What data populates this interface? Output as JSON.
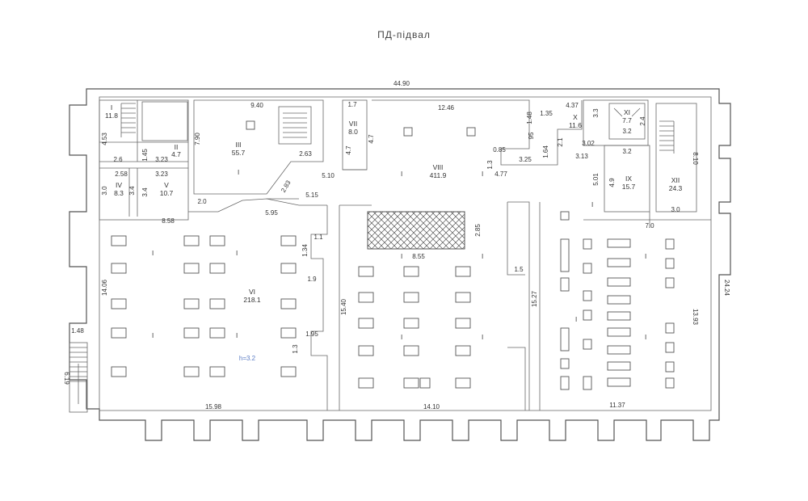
{
  "title": "ПД-підвал",
  "overall": {
    "width": "44.90",
    "depth": "24.24",
    "left_stair": "6.19",
    "left_stair_w": "1.48"
  },
  "height_note": "h=3.2",
  "rooms": [
    {
      "id": "r-i",
      "num": "I",
      "area": "11.8"
    },
    {
      "id": "r-ii",
      "num": "II",
      "area": "4.7"
    },
    {
      "id": "r-iii",
      "num": "III",
      "area": "55.7"
    },
    {
      "id": "r-iv",
      "num": "IV",
      "area": "8.3"
    },
    {
      "id": "r-v",
      "num": "V",
      "area": "10.7"
    },
    {
      "id": "r-vi",
      "num": "VI",
      "area": "218.1"
    },
    {
      "id": "r-vii",
      "num": "VII",
      "area": "8.0"
    },
    {
      "id": "r-viii",
      "num": "VIII",
      "area": "411.9"
    },
    {
      "id": "r-ix",
      "num": "IX",
      "area": "15.7"
    },
    {
      "id": "r-x",
      "num": "X",
      "area": "11.6"
    },
    {
      "id": "r-xi",
      "num": "XI",
      "area": "7.7"
    },
    {
      "id": "r-xii",
      "num": "XII",
      "area": "24.3"
    }
  ],
  "dims": {
    "d453": "4.53",
    "d26": "2.6",
    "d145": "1.45",
    "d323a": "3.23",
    "d790": "7.90",
    "d940": "9.40",
    "d263": "2.63",
    "d258": "2.58",
    "d30a": "3.0",
    "d34a": "3.4",
    "d323b": "3.23",
    "d34b": "3.4",
    "d20": "2.0",
    "d858": "8.58",
    "d283": "2.83",
    "d510": "5.10",
    "d515": "5.15",
    "d595": "5.95",
    "d17": "1.7",
    "d47a": "4.7",
    "d47b": "4.7",
    "d1246": "12.46",
    "d13a": "1.3",
    "d085": "0.85",
    "d325": "3.25",
    "d477": "4.77",
    "d148": "1.48",
    "d135": "1.35",
    "d95": "95",
    "d164": "1.64",
    "d21": "2.1",
    "d437": "4.37",
    "d33": "3.3",
    "d24": "2.4",
    "d32a": "3.2",
    "d302": "3.02",
    "d313": "3.13",
    "d32b": "3.2",
    "d810": "8.10",
    "d501": "5.01",
    "d49": "4.9",
    "d30b": "3.0",
    "d70": "7.0",
    "d11": "1.1",
    "d134": "1.34",
    "d1406": "14.06",
    "d19": "1.9",
    "d195": "1.95",
    "d13b": "1.3",
    "d1598": "15.98",
    "d855": "8.55",
    "d285": "2.85",
    "d15": "1.5",
    "d1540": "15.40",
    "d1527": "15.27",
    "d1410": "14.10",
    "d1393": "13.93",
    "d1137": "11.37"
  },
  "marks": {
    "m": "I"
  }
}
